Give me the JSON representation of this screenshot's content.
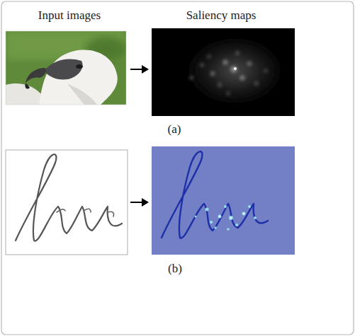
{
  "diagram": {
    "labels": [
      "Input images",
      "Saliency maps",
      "(a)",
      "(b)"
    ]
  }
}
